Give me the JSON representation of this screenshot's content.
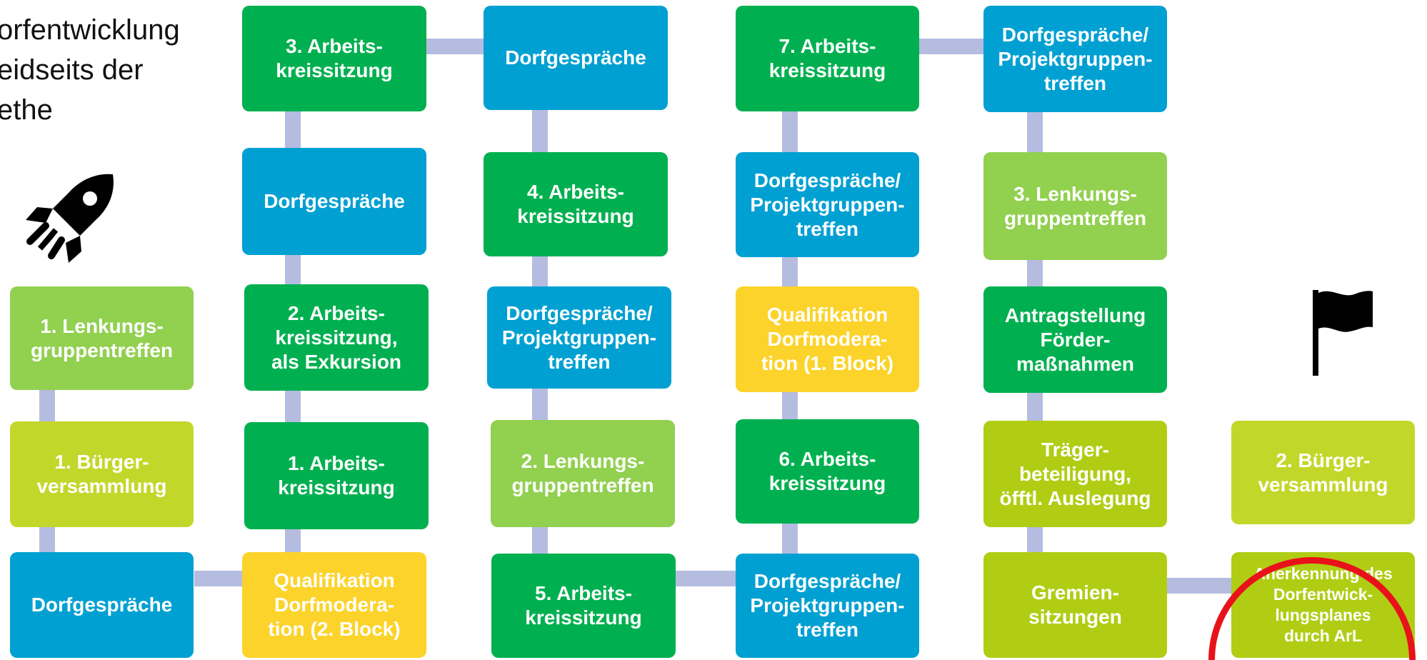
{
  "title": "orfentwicklung\neidseits der\nethe",
  "colors": {
    "lightgreen": "#92d050",
    "green": "#00b050",
    "blue": "#00a0d2",
    "yellow": "#fcd32a",
    "lime": "#b0cd14",
    "connector": "#b4bce0",
    "highlight": "#e8121a"
  },
  "icons": {
    "start": "rocket-icon",
    "end": "flag-icon"
  },
  "steps": {
    "c1": [
      "1. Lenkungs-\ngruppentreffen",
      "1. Bürger-\nversammlung",
      "Dorfgespräche"
    ],
    "c2": [
      "3. Arbeits-\nkreissitzung",
      "Dorfgespräche",
      "2. Arbeits-\nkreissitzung,\nals Exkursion",
      "1. Arbeits-\nkreissitzung",
      "Qualifikation\nDorfmodera-\ntion (2. Block)"
    ],
    "c3": [
      "Dorfgespräche",
      "4. Arbeits-\nkreissitzung",
      "Dorfgespräche/\nProjektgruppen-\ntreffen",
      "2. Lenkungs-\ngruppentreffen",
      "5. Arbeits-\nkreissitzung"
    ],
    "c4": [
      "7. Arbeits-\nkreissitzung",
      "Dorfgespräche/\nProjektgruppen-\ntreffen",
      "Qualifikation\nDorfmodera-\ntion (1. Block)",
      "6. Arbeits-\nkreissitzung",
      "Dorfgespräche/\nProjektgruppen-\ntreffen"
    ],
    "c5": [
      "Dorfgespräche/\nProjektgruppen-\ntreffen",
      "3. Lenkungs-\ngruppentreffen",
      "Antragstellung\nFörder-\nmaßnahmen",
      "Träger-\nbeteiligung,\nöfftl. Auslegung",
      "Gremien-\nsitzungen"
    ],
    "c6": [
      "2. Bürger-\nversammlung",
      "Anerkennung des\nDorfentwick-\nlungsplanes\ndurch ArL"
    ]
  }
}
